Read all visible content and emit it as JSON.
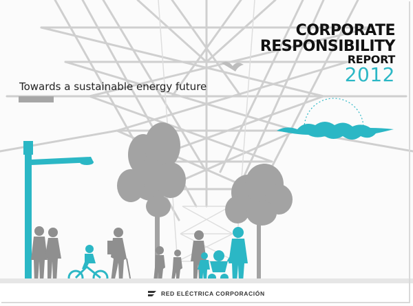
{
  "cover": {
    "title_line1": "CORPORATE",
    "title_line2": "RESPONSIBILITY",
    "title_line3": "REPORT",
    "year": "2012",
    "subtitle": "Towards a sustainable energy future"
  },
  "footer": {
    "company": "RED ELÉCTRICA CORPORACIÓN"
  },
  "colors": {
    "accent": "#2bb7c5",
    "silhouette_grey": "#9c9c9c",
    "tower_line": "#c8c8c8",
    "text_dark": "#111111"
  }
}
